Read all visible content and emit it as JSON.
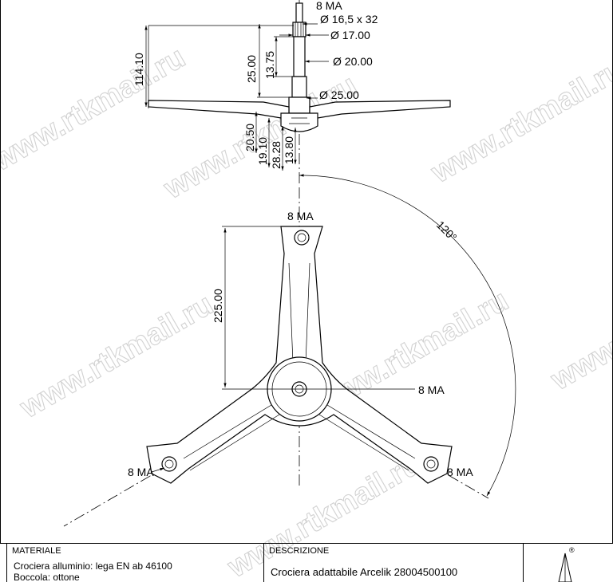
{
  "dimensions": {
    "thread_top": "8 MA",
    "spline_dia": "Ø 16,5 x 32",
    "dia_17": "Ø 17.00",
    "dia_20": "Ø 20.00",
    "dia_25": "Ø 25.00",
    "height_114": "114.10",
    "length_25": "25.00",
    "length_1375": "13.75",
    "h_2050": "20.50",
    "h_1910": "19.10",
    "h_2828": "28.28",
    "h_1380": "13.80",
    "angle": "120°",
    "arm_length": "225.00",
    "hole_top": "8 MA",
    "hole_center": "8 MA",
    "hole_left": "8 MA",
    "hole_right": "8 MA"
  },
  "watermark": {
    "text": "www.rtkmail.ru"
  },
  "title_block": {
    "material_label": "MATERIALE",
    "material_line1": "Crociera alluminio: lega EN ab 46100",
    "material_line2": "Boccola: ottone",
    "description_label": "DESCRIZIONE",
    "description_text": "Crociera adattabile Arcelik 28004500100",
    "logo_mark": "®"
  }
}
